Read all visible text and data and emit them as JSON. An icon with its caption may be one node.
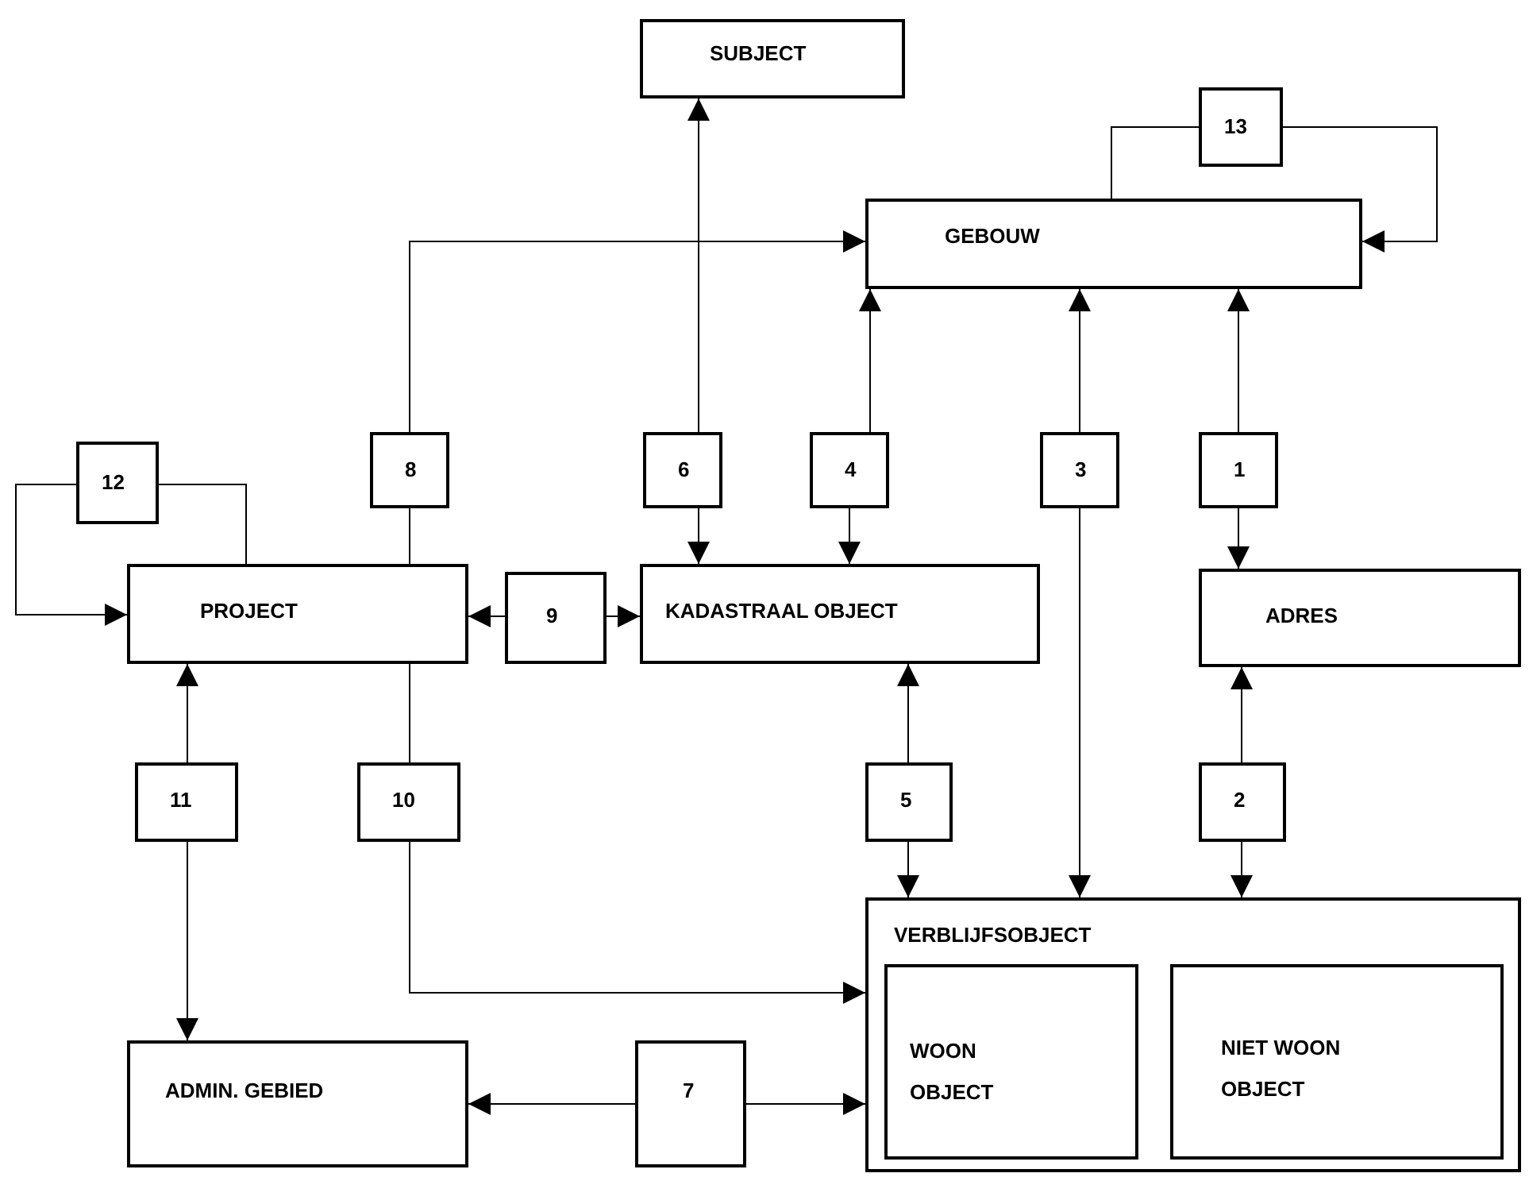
{
  "diagram": {
    "nodes": [
      {
        "text": [
          "SUBJECT"
        ]
      },
      {
        "text": [
          "GEBOUW"
        ]
      },
      {
        "text": [
          "13"
        ]
      },
      {
        "text": [
          "8"
        ]
      },
      {
        "text": [
          "6"
        ]
      },
      {
        "text": [
          "4"
        ]
      },
      {
        "text": [
          "3"
        ]
      },
      {
        "text": [
          "1"
        ]
      },
      {
        "text": [
          "12"
        ]
      },
      {
        "text": [
          "PROJECT"
        ]
      },
      {
        "text": [
          "9"
        ]
      },
      {
        "text": [
          "KADASTRAAL OBJECT"
        ]
      },
      {
        "text": [
          "ADRES"
        ]
      },
      {
        "text": [
          "11"
        ]
      },
      {
        "text": [
          "10"
        ]
      },
      {
        "text": [
          "5"
        ]
      },
      {
        "text": [
          "2"
        ]
      },
      {
        "text": [
          "VERBLIJFSOBJECT"
        ]
      },
      {
        "text": [
          "WOON OBJECT"
        ],
        "in": 17
      },
      {
        "text": [
          "NIET WOON OBJECT"
        ],
        "in": 17
      },
      {
        "text": [
          "ADMIN. GEBIED"
        ]
      },
      {
        "text": [
          "7"
        ]
      }
    ],
    "edges": [
      {
        "from": 1,
        "to": 2,
        "arrow": "none"
      },
      {
        "from": 2,
        "to": 1,
        "arrow": "to"
      },
      {
        "from": 7,
        "to": 1,
        "arrow": "to"
      },
      {
        "from": 7,
        "to": 12,
        "arrow": "to"
      },
      {
        "from": 6,
        "to": 1,
        "arrow": "to"
      },
      {
        "from": 6,
        "to": 17,
        "arrow": "to"
      },
      {
        "from": 5,
        "to": 1,
        "arrow": "to"
      },
      {
        "from": 5,
        "to": 11,
        "arrow": "to"
      },
      {
        "from": 4,
        "to": 0,
        "arrow": "to"
      },
      {
        "from": 4,
        "to": 11,
        "arrow": "to"
      },
      {
        "from": 3,
        "to": 1,
        "arrow": "to"
      },
      {
        "from": 9,
        "to": 3,
        "arrow": "none"
      },
      {
        "from": 9,
        "to": 8,
        "arrow": "none"
      },
      {
        "from": 8,
        "to": 9,
        "arrow": "to"
      },
      {
        "from": 10,
        "to": 9,
        "arrow": "to"
      },
      {
        "from": 10,
        "to": 11,
        "arrow": "to"
      },
      {
        "from": 13,
        "to": 9,
        "arrow": "to"
      },
      {
        "from": 13,
        "to": 20,
        "arrow": "to"
      },
      {
        "from": 9,
        "to": 14,
        "arrow": "none"
      },
      {
        "from": 14,
        "to": 17,
        "arrow": "to"
      },
      {
        "from": 15,
        "to": 11,
        "arrow": "to"
      },
      {
        "from": 15,
        "to": 17,
        "arrow": "to"
      },
      {
        "from": 16,
        "to": 12,
        "arrow": "to"
      },
      {
        "from": 16,
        "to": 17,
        "arrow": "to"
      },
      {
        "from": 21,
        "to": 20,
        "arrow": "to"
      },
      {
        "from": 21,
        "to": 17,
        "arrow": "to"
      }
    ]
  }
}
